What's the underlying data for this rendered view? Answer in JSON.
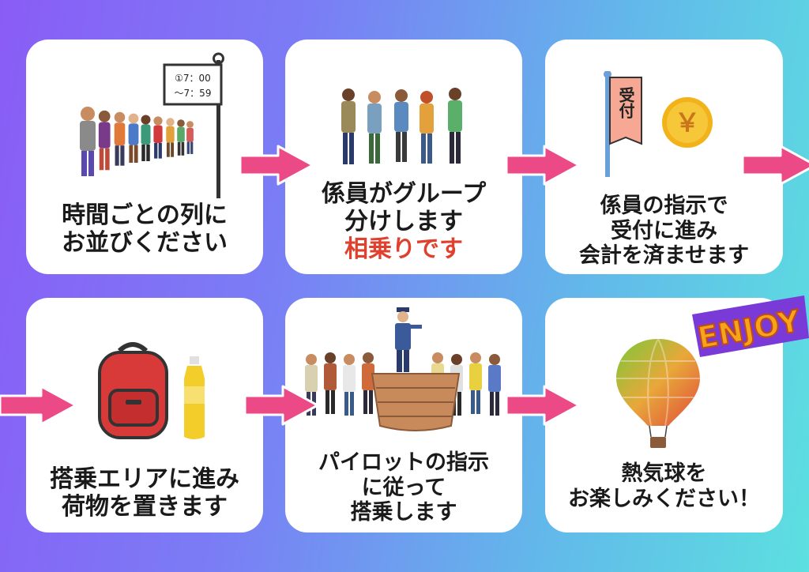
{
  "steps": [
    {
      "lines": [
        "時間ごとの列に",
        "お並びください"
      ],
      "sign": {
        "line1": "①7：00",
        "line2": "〜7：59"
      },
      "icon": "people-queue-with-sign"
    },
    {
      "lines": [
        "係員がグループ",
        "分けします"
      ],
      "highlight": "相乗りです",
      "icon": "staff-grouping-people"
    },
    {
      "lines": [
        "係員の指示で",
        "受付に進み",
        "会計を済ませます"
      ],
      "banner": "受付",
      "coin": "￥",
      "icon": "reception-banner-and-yen-coin"
    },
    {
      "lines": [
        "搭乗エリアに進み",
        "荷物を置きます"
      ],
      "icon": "backpack-and-drink-bottle"
    },
    {
      "lines": [
        "パイロットの指示",
        "に従って",
        "搭乗します"
      ],
      "icon": "pilot-and-basket-crowd"
    },
    {
      "lines": [
        "熱気球を",
        "お楽しみください！"
      ],
      "badge": "ENJOY",
      "icon": "hot-air-balloon"
    }
  ],
  "colors": {
    "arrow": "#ec4a86",
    "highlight": "#e0402e",
    "text": "#1a1a1a"
  }
}
